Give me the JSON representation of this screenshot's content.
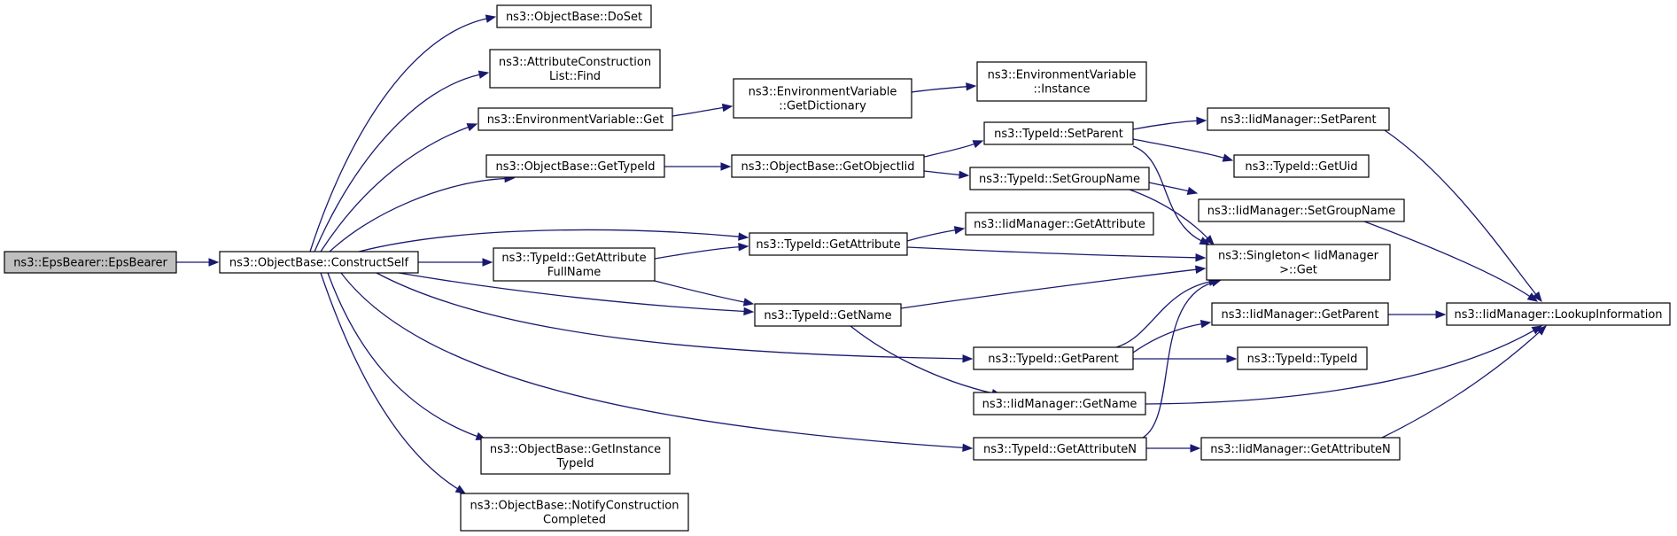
{
  "graph": {
    "nodes": [
      {
        "id": "eps",
        "lines": [
          "ns3::EpsBearer::EpsBearer"
        ],
        "root": true
      },
      {
        "id": "construct",
        "lines": [
          "ns3::ObjectBase::ConstructSelf"
        ]
      },
      {
        "id": "doset",
        "lines": [
          "ns3::ObjectBase::DoSet"
        ]
      },
      {
        "id": "attrfind",
        "lines": [
          "ns3::AttributeConstruction",
          "List::Find"
        ]
      },
      {
        "id": "envget",
        "lines": [
          "ns3::EnvironmentVariable::Get"
        ]
      },
      {
        "id": "envdict",
        "lines": [
          "ns3::EnvironmentVariable",
          "::GetDictionary"
        ]
      },
      {
        "id": "envinst",
        "lines": [
          "ns3::EnvironmentVariable",
          "::Instance"
        ]
      },
      {
        "id": "gettypeid",
        "lines": [
          "ns3::ObjectBase::GetTypeId"
        ]
      },
      {
        "id": "getobjiid",
        "lines": [
          "ns3::ObjectBase::GetObjectIid"
        ]
      },
      {
        "id": "setparent",
        "lines": [
          "ns3::TypeId::SetParent"
        ]
      },
      {
        "id": "iidsetparent",
        "lines": [
          "ns3::IidManager::SetParent"
        ]
      },
      {
        "id": "getuid",
        "lines": [
          "ns3::TypeId::GetUid"
        ]
      },
      {
        "id": "setgroup",
        "lines": [
          "ns3::TypeId::SetGroupName"
        ]
      },
      {
        "id": "iidsetgroup",
        "lines": [
          "ns3::IidManager::SetGroupName"
        ]
      },
      {
        "id": "getattr",
        "lines": [
          "ns3::TypeId::GetAttribute"
        ]
      },
      {
        "id": "iidgetattr",
        "lines": [
          "ns3::IidManager::GetAttribute"
        ]
      },
      {
        "id": "attrfull",
        "lines": [
          "ns3::TypeId::GetAttribute",
          "FullName"
        ]
      },
      {
        "id": "singleton",
        "lines": [
          "ns3::Singleton< IidManager",
          " >::Get"
        ]
      },
      {
        "id": "getname",
        "lines": [
          "ns3::TypeId::GetName"
        ]
      },
      {
        "id": "getparent",
        "lines": [
          "ns3::TypeId::GetParent"
        ]
      },
      {
        "id": "iidgetparent",
        "lines": [
          "ns3::IidManager::GetParent"
        ]
      },
      {
        "id": "lookup",
        "lines": [
          "ns3::IidManager::LookupInformation"
        ]
      },
      {
        "id": "typeid",
        "lines": [
          "ns3::TypeId::TypeId"
        ]
      },
      {
        "id": "iidgetname",
        "lines": [
          "ns3::IidManager::GetName"
        ]
      },
      {
        "id": "getattrn",
        "lines": [
          "ns3::TypeId::GetAttributeN"
        ]
      },
      {
        "id": "iidgetattrn",
        "lines": [
          "ns3::IidManager::GetAttributeN"
        ]
      },
      {
        "id": "getinst",
        "lines": [
          "ns3::ObjectBase::GetInstance",
          "TypeId"
        ]
      },
      {
        "id": "notify",
        "lines": [
          "ns3::ObjectBase::NotifyConstruction",
          "Completed"
        ]
      }
    ],
    "edges": [
      [
        "eps",
        "construct"
      ],
      [
        "construct",
        "doset"
      ],
      [
        "construct",
        "attrfind"
      ],
      [
        "construct",
        "envget"
      ],
      [
        "construct",
        "gettypeid"
      ],
      [
        "construct",
        "getattr"
      ],
      [
        "construct",
        "attrfull"
      ],
      [
        "construct",
        "getname"
      ],
      [
        "construct",
        "getparent"
      ],
      [
        "construct",
        "getattrn"
      ],
      [
        "construct",
        "getinst"
      ],
      [
        "construct",
        "notify"
      ],
      [
        "envget",
        "envdict"
      ],
      [
        "envdict",
        "envinst"
      ],
      [
        "gettypeid",
        "getobjiid"
      ],
      [
        "getobjiid",
        "setparent"
      ],
      [
        "getobjiid",
        "setgroup"
      ],
      [
        "setparent",
        "iidsetparent"
      ],
      [
        "setparent",
        "getuid"
      ],
      [
        "setparent",
        "singleton"
      ],
      [
        "setgroup",
        "iidsetgroup"
      ],
      [
        "setgroup",
        "singleton"
      ],
      [
        "iidsetparent",
        "lookup"
      ],
      [
        "iidsetgroup",
        "lookup"
      ],
      [
        "getattr",
        "iidgetattr"
      ],
      [
        "getattr",
        "singleton"
      ],
      [
        "attrfull",
        "getattr"
      ],
      [
        "attrfull",
        "getname"
      ],
      [
        "getname",
        "singleton"
      ],
      [
        "getname",
        "iidgetname"
      ],
      [
        "getparent",
        "singleton"
      ],
      [
        "getparent",
        "iidgetparent"
      ],
      [
        "getparent",
        "typeid"
      ],
      [
        "iidgetparent",
        "lookup"
      ],
      [
        "iidgetname",
        "lookup"
      ],
      [
        "getattrn",
        "singleton"
      ],
      [
        "getattrn",
        "iidgetattrn"
      ],
      [
        "iidgetattrn",
        "lookup"
      ]
    ]
  }
}
